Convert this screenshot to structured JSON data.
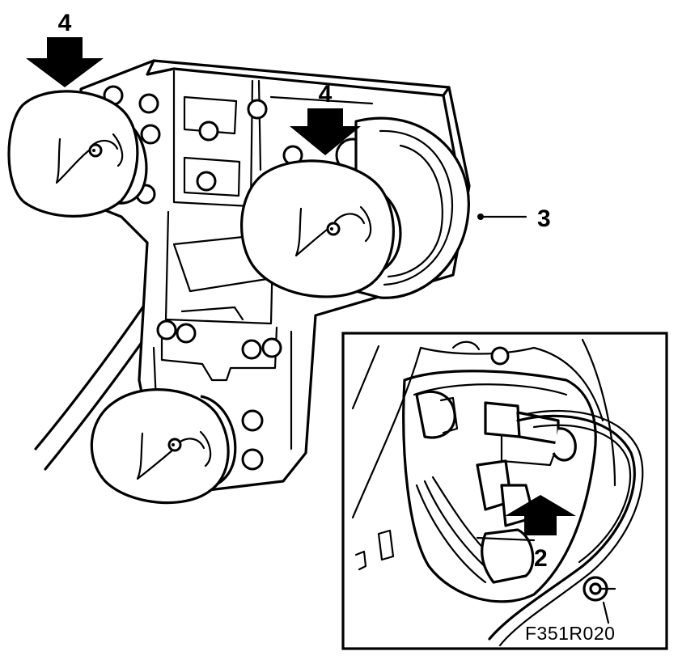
{
  "labels": {
    "arrow_left": "4",
    "arrow_center": "4",
    "bulb_holder": "3",
    "inset_arrow": "2",
    "figure_code": "F351R020"
  },
  "icons": {
    "push_arrow": "arrow-down-icon",
    "release_arrow": "arrow-up-icon"
  },
  "colors": {
    "line": "#000000",
    "background": "#ffffff"
  }
}
